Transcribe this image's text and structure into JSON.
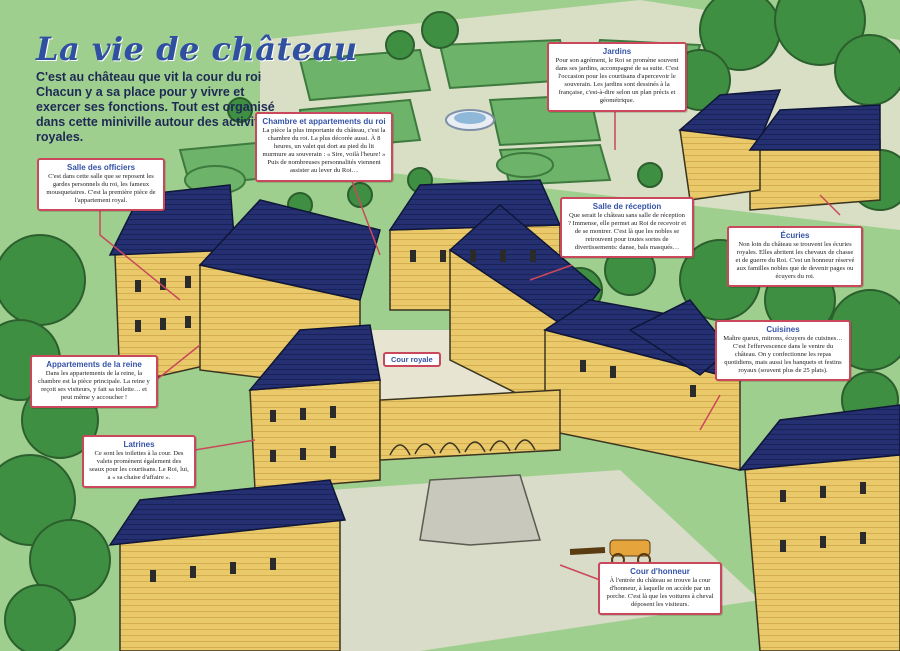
{
  "page": {
    "title": "La vie de château",
    "intro": "C'est au château que vit la cour du roi Chacun y a sa place pour y vivre et exercer ses fonctions. Tout est organisé dans cette miniville autour des activités royales."
  },
  "colors": {
    "lawn": "#9fcf8e",
    "path": "#d8dfc5",
    "hedge": "#5aa05a",
    "roof": "#253072",
    "wall": "#e9c96a",
    "trees": "#3f8f42",
    "accent_border": "#c9485b",
    "title_blue": "#2f4fa0"
  },
  "annotations": [
    {
      "id": "officiers",
      "heading": "Salle des officiers",
      "text": "C'est dans cette salle que se reposent les gardes personnels du roi, les fameux mousquetaires. C'est la première pièce de l'appartement royal."
    },
    {
      "id": "chambre",
      "heading": "Chambre et appartements du roi",
      "text": "La pièce la plus importante du château, c'est la chambre du roi. La plus décorée aussi. À 8 heures, un valet qui dort au pied du lit murmure au souverain : « Sire, voilà l'heure! » Puis de nombreuses personnalités viennent assister au lever du Roi…"
    },
    {
      "id": "jardins",
      "heading": "Jardins",
      "text": "Pour son agrément, le Roi se promène souvent dans ses jardins, accompagné de sa suite. C'est l'occasion pour les courtisans d'apercevoir le souverain. Les jardins sont dessinés à la française, c'est-à-dire selon un plan précis et géométrique."
    },
    {
      "id": "reception",
      "heading": "Salle de réception",
      "text": "Que serait le château sans salle de réception ? Immense, elle permet au Roi de recevoir et de se montrer. C'est là que les nobles se retrouvent pour toutes sortes de divertissements: danse, bals masqués…"
    },
    {
      "id": "ecuries",
      "heading": "Écuries",
      "text": "Non loin du château se trouvent les écuries royales. Elles abritent les chevaux de chasse et de guerre du Roi. C'est un honneur réservé aux familles nobles que de devenir pages ou écuyers du roi."
    },
    {
      "id": "reine",
      "heading": "Appartements de la reine",
      "text": "Dans les appartements de la reine, la chambre est la pièce principale. La reine y reçoit ses visiteurs, y fait sa toilette… et peut même y accoucher !"
    },
    {
      "id": "cuisines",
      "heading": "Cuisines",
      "text": "Maître queux, mitrons, écuyers de cuisines… C'est l'effervescence dans le ventre du château. On y confectionne les repas quotidiens, mais aussi les banquets et festins royaux (souvent plus de 25 plats)."
    },
    {
      "id": "latrines",
      "heading": "Latrines",
      "text": "Ce sont les toilettes à la cour. Des valets promènent également des seaux pour les courtisans. Le Roi, lui, a « sa chaise d'affaire »."
    },
    {
      "id": "honneur",
      "heading": "Cour d'honneur",
      "text": "À l'entrée du château se trouve la cour d'honneur, à laquelle on accède par un porche. C'est là que les voitures à cheval déposent les visiteurs."
    }
  ],
  "labels": {
    "cour_royale": "Cour royale"
  }
}
